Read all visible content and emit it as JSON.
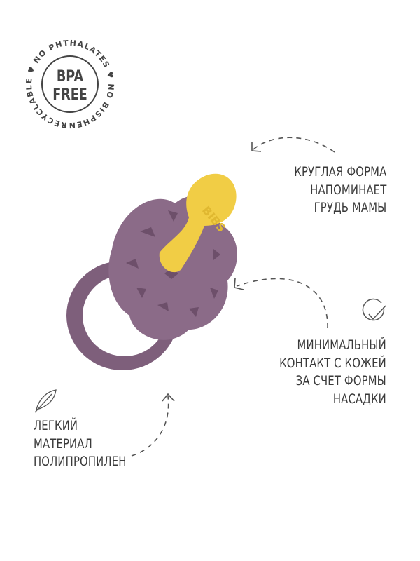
{
  "badge": {
    "center_line1": "BPA",
    "center_line2": "FREE",
    "ring_text": "RECYCLABLE ♥ NO PHTHALATES ♥ NO BISPHENOL A ♥"
  },
  "features": [
    {
      "icon": "arrow-icon",
      "lines": [
        "КРУГЛАЯ ФОРМА",
        "НАПОМИНАЕТ",
        "ГРУДЬ МАМЫ"
      ]
    },
    {
      "icon": "check-circle-icon",
      "lines": [
        "МИНИМАЛЬНЫЙ",
        "КОНТАКТ С КОЖЕЙ",
        "ЗА СЧЕТ ФОРМЫ",
        "НАСАДКИ"
      ]
    },
    {
      "icon": "feather-icon",
      "lines": [
        "ЛЕГКИЙ",
        "МАТЕРИАЛ",
        "ПОЛИПРОПИЛЕН"
      ]
    }
  ],
  "product": {
    "brand_mark": "BIBS"
  },
  "colors": {
    "shield": "#8b6b88",
    "nipple": "#f1cd45",
    "text": "#3a3a3a"
  }
}
